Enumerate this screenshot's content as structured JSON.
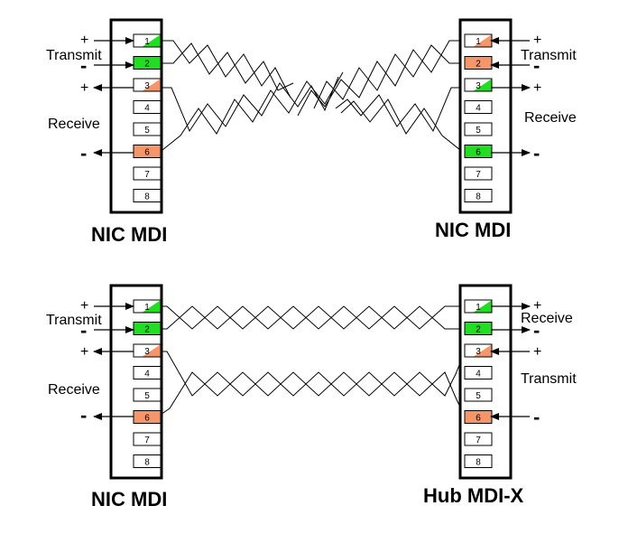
{
  "colors": {
    "green": "#22dd22",
    "orange": "#f4956a",
    "white": "#ffffff",
    "line": "#000000"
  },
  "diagrams": [
    {
      "left": {
        "label": "NIC MDI",
        "pins": [
          {
            "num": "1",
            "fill": "green-white"
          },
          {
            "num": "2",
            "fill": "green"
          },
          {
            "num": "3",
            "fill": "orange-white"
          },
          {
            "num": "4",
            "fill": "white"
          },
          {
            "num": "5",
            "fill": "white"
          },
          {
            "num": "6",
            "fill": "orange"
          },
          {
            "num": "7",
            "fill": "white"
          },
          {
            "num": "8",
            "fill": "white"
          }
        ],
        "transmit_label": "Transmit",
        "receive_label": "Receive"
      },
      "right": {
        "label": "NIC MDI",
        "pins": [
          {
            "num": "1",
            "fill": "orange-white"
          },
          {
            "num": "2",
            "fill": "orange"
          },
          {
            "num": "3",
            "fill": "green-white"
          },
          {
            "num": "4",
            "fill": "white"
          },
          {
            "num": "5",
            "fill": "white"
          },
          {
            "num": "6",
            "fill": "green"
          },
          {
            "num": "7",
            "fill": "white"
          },
          {
            "num": "8",
            "fill": "white"
          }
        ],
        "transmit_label": "Transmit",
        "receive_label": "Receive"
      }
    },
    {
      "left": {
        "label": "NIC MDI",
        "pins": [
          {
            "num": "1",
            "fill": "green-white"
          },
          {
            "num": "2",
            "fill": "green"
          },
          {
            "num": "3",
            "fill": "orange-white"
          },
          {
            "num": "4",
            "fill": "white"
          },
          {
            "num": "5",
            "fill": "white"
          },
          {
            "num": "6",
            "fill": "orange"
          },
          {
            "num": "7",
            "fill": "white"
          },
          {
            "num": "8",
            "fill": "white"
          }
        ],
        "transmit_label": "Transmit",
        "receive_label": "Receive"
      },
      "right": {
        "label": "Hub MDI-X",
        "pins": [
          {
            "num": "1",
            "fill": "green-white"
          },
          {
            "num": "2",
            "fill": "green"
          },
          {
            "num": "3",
            "fill": "orange-white"
          },
          {
            "num": "4",
            "fill": "white"
          },
          {
            "num": "5",
            "fill": "white"
          },
          {
            "num": "6",
            "fill": "orange"
          },
          {
            "num": "7",
            "fill": "white"
          },
          {
            "num": "8",
            "fill": "white"
          }
        ],
        "receive_label": "Receive",
        "transmit_label": "Transmit"
      }
    }
  ],
  "signs": {
    "plus": "+",
    "minus": "-"
  }
}
